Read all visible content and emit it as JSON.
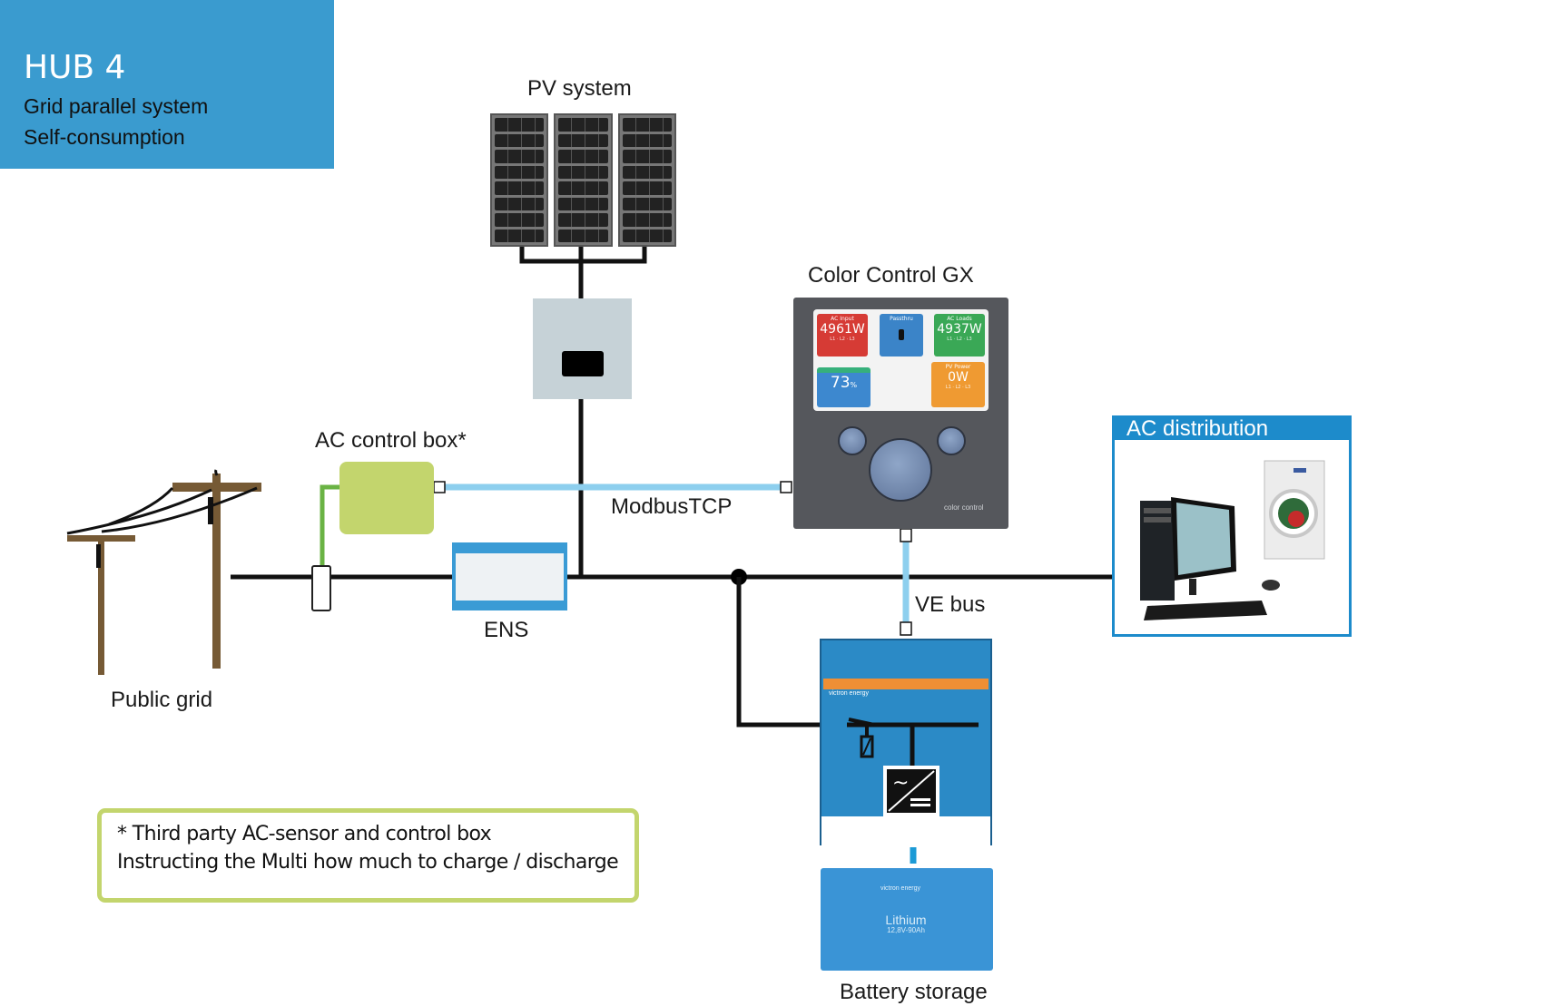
{
  "title_block": {
    "title": "HUB 4",
    "subtitle_1": "Grid parallel system",
    "subtitle_2": "Self-consumption"
  },
  "components": {
    "pv_system": {
      "label": "PV system",
      "panel_count": 3
    },
    "color_control": {
      "label": "Color Control GX",
      "brand_text": "color control",
      "screen": {
        "ac_input": {
          "title": "AC Input",
          "value": "4961W"
        },
        "passthru": {
          "title": "Passthru"
        },
        "ac_loads": {
          "title": "AC Loads",
          "value": "4937W"
        },
        "battery": {
          "value": "73",
          "unit": "%"
        },
        "pv_power": {
          "title": "PV Power",
          "value": "0W"
        }
      }
    },
    "ac_control_box": {
      "label": "AC control box*"
    },
    "ens": {
      "label": "ENS"
    },
    "public_grid": {
      "label": "Public grid"
    },
    "ac_distribution": {
      "label": "AC distribution"
    },
    "multi": {
      "brand": "victron energy"
    },
    "battery": {
      "label": "Battery storage",
      "type": "Lithium",
      "spec": "12,8V-90Ah",
      "brand": "victron energy"
    }
  },
  "connections": {
    "modbus": "ModbusTCP",
    "vebus": "VE bus"
  },
  "colors": {
    "title_bg": "#3a9bcf",
    "accent_green": "#c3d56d",
    "cable_blue": "#8dcfee",
    "victron_blue": "#2b8ac6",
    "pole_brown": "#765a35"
  },
  "note": {
    "line_1": "* Third party AC-sensor and control box",
    "line_2": "Instructing the Multi how much to charge / discharge"
  }
}
